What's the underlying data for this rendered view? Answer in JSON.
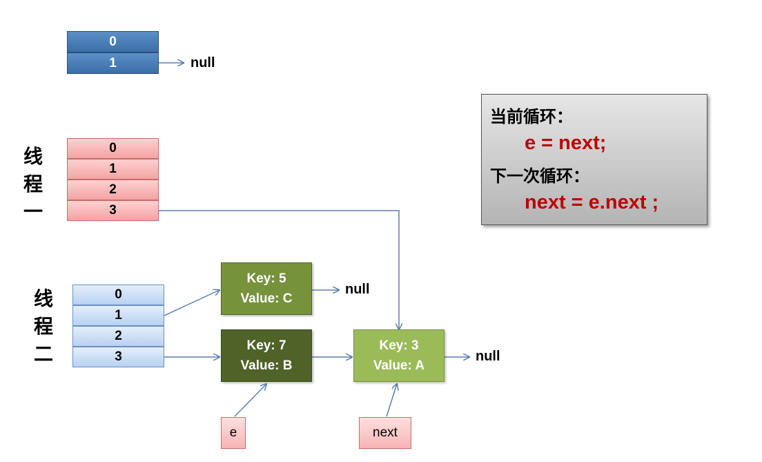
{
  "top_array": {
    "cells": [
      "0",
      "1"
    ],
    "null_label": "null"
  },
  "thread1": {
    "label": "线\n程\n一",
    "cells": [
      "0",
      "1",
      "2",
      "3"
    ]
  },
  "thread2": {
    "label": "线\n程\n二",
    "cells": [
      "0",
      "1",
      "2",
      "3"
    ]
  },
  "nodes": {
    "key5": {
      "key": "Key: 5",
      "value": "Value: C",
      "null_label": "null"
    },
    "key7": {
      "key": "Key: 7",
      "value": "Value: B"
    },
    "key3": {
      "key": "Key: 3",
      "value": "Value: A",
      "null_label": "null"
    }
  },
  "pointers": {
    "e": "e",
    "next": "next"
  },
  "info": {
    "current_heading": "当前循环：",
    "current_code": "e = next;",
    "next_heading": "下一次循环：",
    "next_code": "next = e.next ;"
  },
  "colors": {
    "array_blue": "#4f81bd",
    "array_pink": "#f4a3a3",
    "array_light_blue": "#c6d9f1",
    "node_green": "#76933c",
    "node_dark_green": "#4f6228",
    "node_light_green": "#9bbb59",
    "code_red": "#c00000",
    "arrow": "#5b7fb0"
  }
}
